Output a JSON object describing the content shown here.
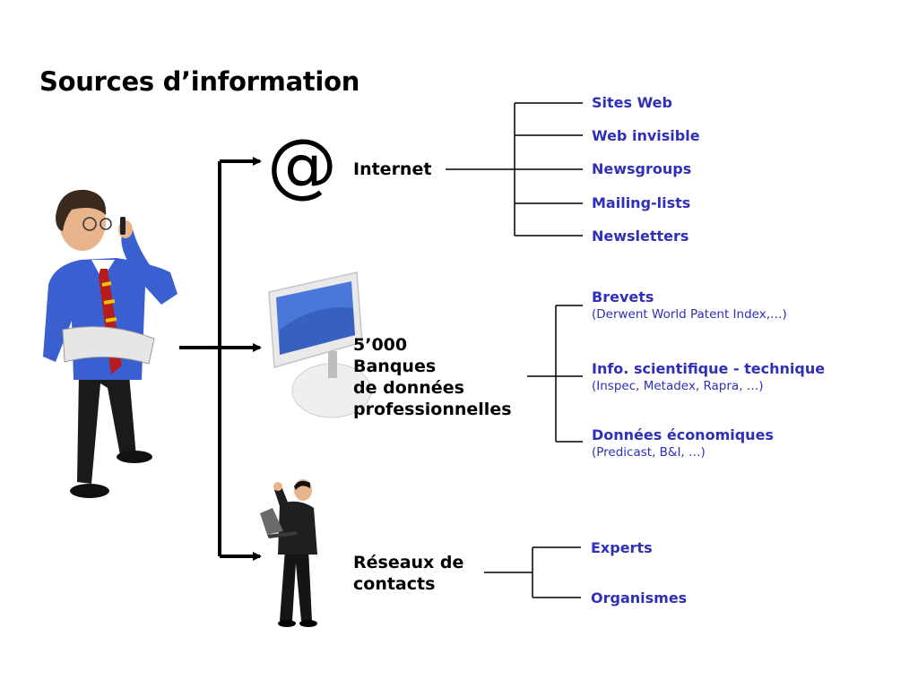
{
  "title": "Sources d’information",
  "categories": [
    {
      "label_lines": [
        "Internet"
      ],
      "icon": "at-sign-icon",
      "at_symbol": "@",
      "leaves": [
        {
          "label": "Sites Web"
        },
        {
          "label": "Web invisible"
        },
        {
          "label": "Newsgroups"
        },
        {
          "label": "Mailing-lists"
        },
        {
          "label": "Newsletters"
        }
      ]
    },
    {
      "label_lines": [
        "5’000",
        "Banques",
        "de données",
        "professionnelles"
      ],
      "icon": "desktop-computer-icon",
      "leaves": [
        {
          "label": "Brevets",
          "detail": "(Derwent World Patent Index,…)"
        },
        {
          "label": "Info. scientifique - technique",
          "detail": "(Inspec, Metadex, Rapra, …)"
        },
        {
          "label": "Données économiques",
          "detail": "(Predicast, B&I, …)"
        }
      ]
    },
    {
      "label_lines": [
        "Réseaux de",
        "contacts"
      ],
      "icon": "businessman-laptop-icon",
      "leaves": [
        {
          "label": "Experts"
        },
        {
          "label": "Organismes"
        }
      ]
    }
  ],
  "colors": {
    "leaf_text": "#2f2fb8",
    "line": "#000000",
    "shirt": "#3a5fd0",
    "screen": "#4a78d8"
  }
}
